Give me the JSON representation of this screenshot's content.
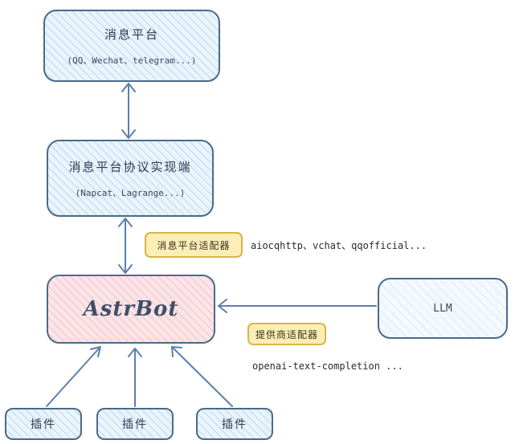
{
  "nodes": {
    "messaging_platform": {
      "title": "消息平台",
      "subtitle": "(QQ、Wechat、telegram...)"
    },
    "protocol_impl": {
      "title": "消息平台协议实现端",
      "subtitle": "(Napcat、Lagrange...)"
    },
    "core": {
      "title": "AstrBot"
    },
    "llm": {
      "title": "LLM"
    },
    "plugins": [
      {
        "label": "插件"
      },
      {
        "label": "插件"
      },
      {
        "label": "插件"
      }
    ]
  },
  "adapters": {
    "platform": {
      "label": "消息平台适配器",
      "examples": "aiocqhttp、vchat、qqofficial..."
    },
    "provider": {
      "label": "提供商适配器",
      "examples": "openai-text-completion ..."
    }
  },
  "colors": {
    "stroke": "#4a6a8a",
    "blue_fill": "#eaf4fb",
    "pink_fill": "#fbe5e9",
    "tag_fill": "#fdeeb6",
    "tag_border": "#d8b44a",
    "arrow": "#5b7fae"
  }
}
